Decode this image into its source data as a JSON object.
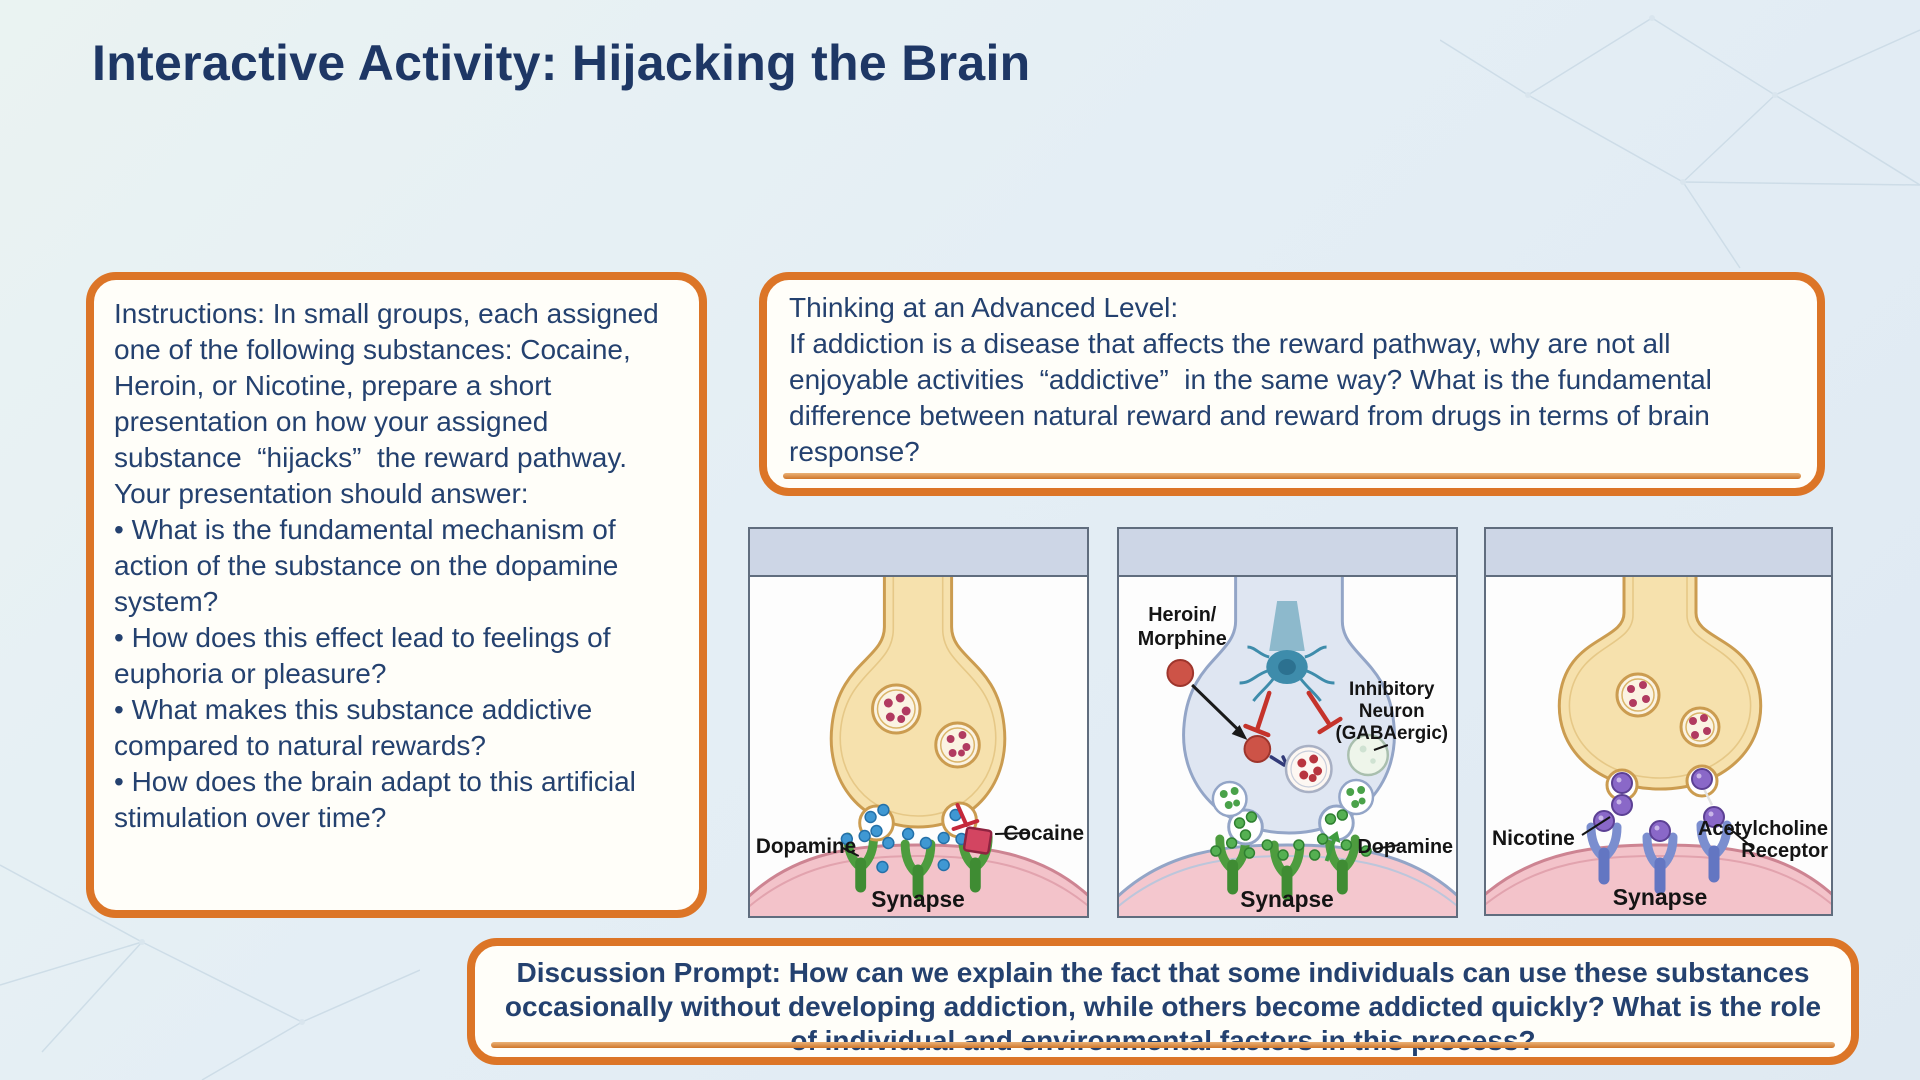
{
  "slide": {
    "title": "Interactive Activity: Hijacking the Brain",
    "instructions_box": {
      "intro": "Instructions: In small groups, each assigned one of the following substances: Cocaine, Heroin, or Nicotine, prepare a short presentation on how your assigned substance  “hijacks”  the reward pathway. Your presentation should answer:",
      "bullets": [
        "• What is the fundamental mechanism of action of the substance on the dopamine system?",
        "• How does this effect lead to feelings of euphoria or pleasure?",
        "• What makes this substance addictive compared to natural rewards?",
        "• How does the brain adapt to this artificial stimulation over time?"
      ]
    },
    "advanced_box": {
      "heading": "Thinking at an Advanced Level:",
      "body": "If addiction is a disease that affects the reward pathway, why are not all enjoyable activities  “addictive”  in the same way? What is the fundamental difference between natural reward and reward from drugs in terms of brain response?"
    },
    "discussion_box": {
      "text": "Discussion Prompt: How can we explain the fact that some individuals can use these substances occasionally without developing addiction, while others become addicted quickly? What is the role of individual and environmental factors in this process?"
    },
    "diagrams": {
      "cocaine": {
        "dopamine": "Dopamine",
        "cocaine": "Cocaine",
        "synapse": "Synapse"
      },
      "heroin": {
        "drug": [
          "Heroin/",
          "Morphine"
        ],
        "neuron": [
          "Inhibitory",
          "Neuron",
          "(GABAergic)"
        ],
        "dopamine": "Dopamine",
        "synapse": "Synapse"
      },
      "nicotine": {
        "nicotine": "Nicotine",
        "receptor": [
          "Acetylcholine",
          "Receptor"
        ],
        "synapse": "Synapse"
      }
    },
    "colors": {
      "accent_orange": "#dc7527",
      "title_navy": "#1e3765",
      "panel_header_blue": "#cdd6e6"
    }
  }
}
